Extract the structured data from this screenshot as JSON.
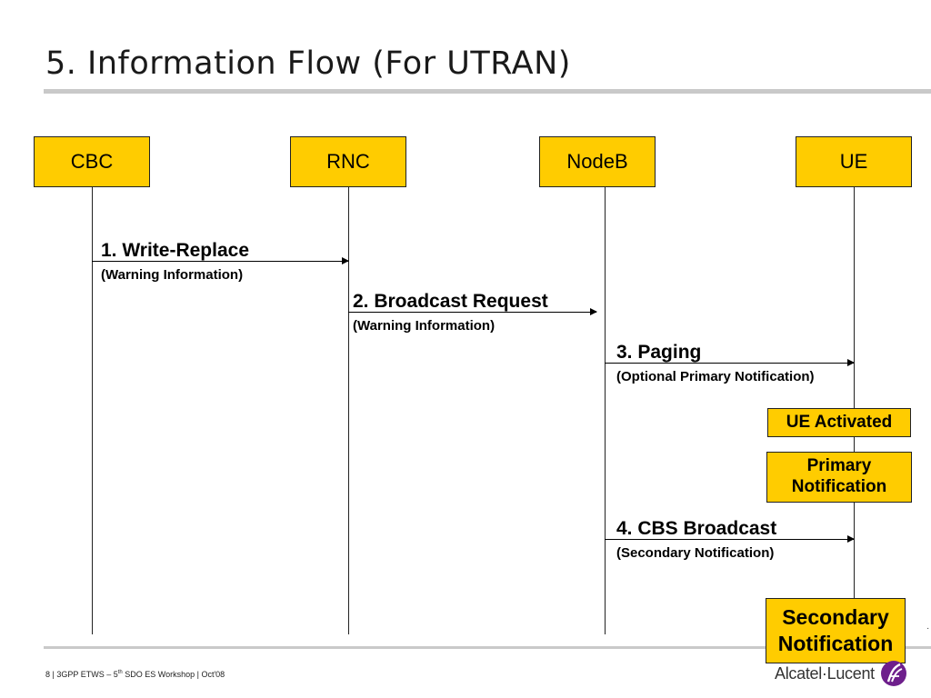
{
  "slide": {
    "title": "5. Information Flow (For UTRAN)"
  },
  "entities": [
    {
      "label": "CBC"
    },
    {
      "label": "RNC"
    },
    {
      "label": "NodeB"
    },
    {
      "label": "UE"
    }
  ],
  "messages": [
    {
      "title": "1. Write-Replace",
      "subtitle": "(Warning Information)",
      "from": "CBC",
      "to": "RNC"
    },
    {
      "title": "2. Broadcast Request",
      "subtitle": "(Warning Information)",
      "from": "RNC",
      "to": "NodeB"
    },
    {
      "title": "3. Paging",
      "subtitle": "(Optional Primary Notification)",
      "from": "NodeB",
      "to": "UE"
    },
    {
      "title": "4. CBS Broadcast",
      "subtitle": "(Secondary Notification)",
      "from": "NodeB",
      "to": "UE"
    }
  ],
  "states": [
    {
      "lines": [
        "UE Activated"
      ]
    },
    {
      "lines": [
        "Primary",
        "Notification"
      ]
    },
    {
      "lines": [
        "Secondary",
        "Notification"
      ]
    }
  ],
  "footer": {
    "page": "8",
    "event_pre": "3GPP ETWS – 5",
    "event_sup": "th",
    "event_post": " SDO ES Workshop",
    "date": "Oct'08",
    "separator": " | "
  },
  "logo": {
    "text": "Alcatel·Lucent",
    "icon": "alcatel-lucent-logo-icon"
  },
  "edge_mark": "·",
  "colors": {
    "box_fill": "#ffcc00",
    "rule": "#c9c9c9",
    "line": "#000000"
  }
}
